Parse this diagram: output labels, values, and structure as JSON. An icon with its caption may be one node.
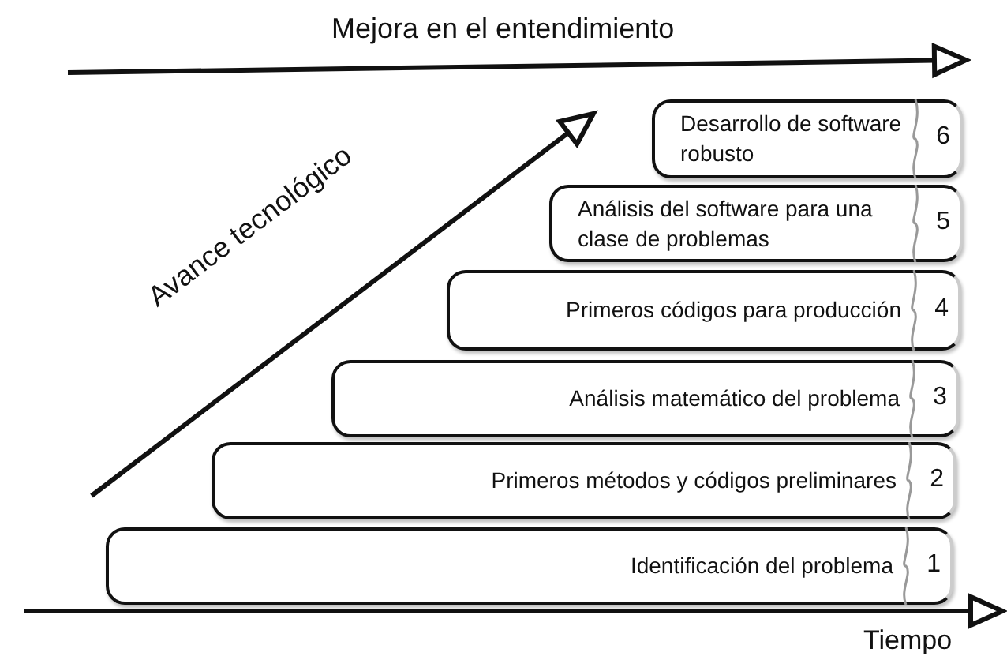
{
  "diagram": {
    "nodes": [
      {
        "text": [
          "Desarrollo de software robusto",
          "6"
        ]
      },
      {
        "text": [
          "Análisis del software para una clase de problemas",
          "5"
        ]
      },
      {
        "text": [
          "Primeros códigos para producción",
          "4"
        ]
      },
      {
        "text": [
          "Análisis matemático del problema",
          "3"
        ]
      },
      {
        "text": [
          "Primeros métodos y códigos preliminares",
          "2"
        ]
      },
      {
        "text": [
          "Identificación del problema",
          "1"
        ]
      }
    ],
    "labels": [
      "Mejora en el entendimiento",
      "Avance tecnológico",
      "Tiempo"
    ]
  }
}
